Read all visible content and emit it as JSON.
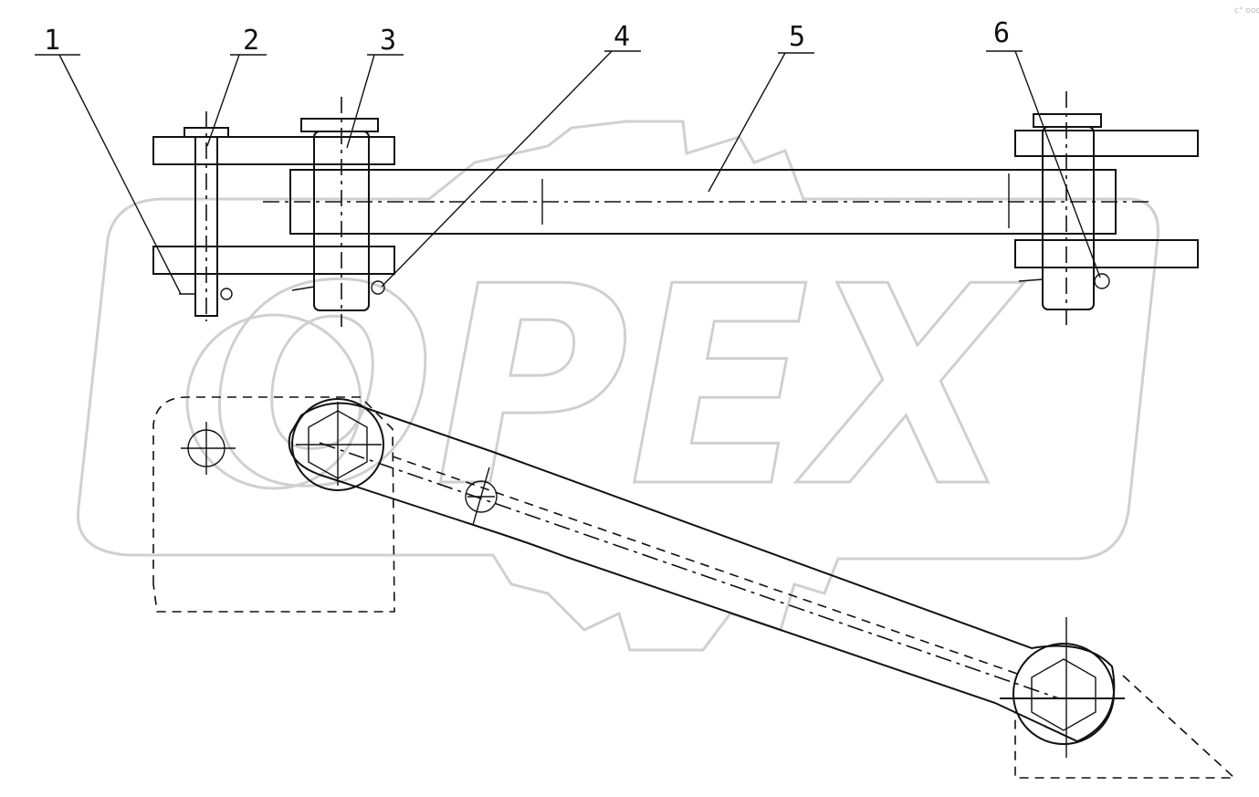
{
  "watermark": {
    "brand": "OPEX"
  },
  "corner_mark": "c° ooo",
  "callouts": [
    {
      "id": "1",
      "label": "1"
    },
    {
      "id": "2",
      "label": "2"
    },
    {
      "id": "3",
      "label": "3"
    },
    {
      "id": "4",
      "label": "4"
    },
    {
      "id": "5",
      "label": "5"
    },
    {
      "id": "6",
      "label": "6"
    }
  ]
}
